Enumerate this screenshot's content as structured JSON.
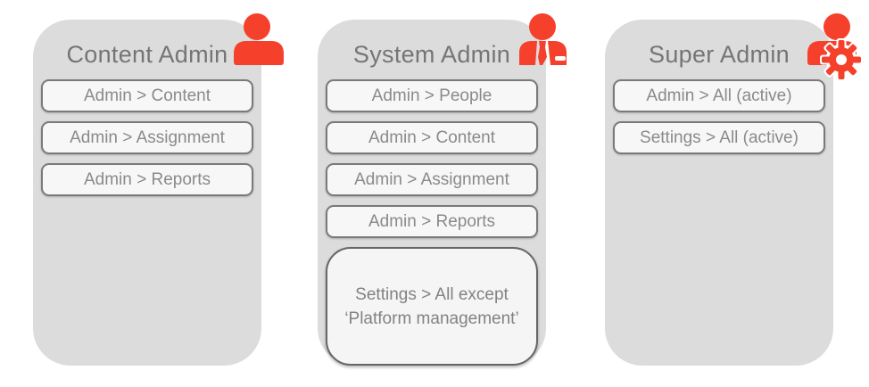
{
  "colors": {
    "accent_red": "#f5402c",
    "card_bg": "#dcdcdc",
    "chip_bg": "#f7f7f7",
    "chip_border": "#7a7a7a",
    "chip_text": "#8a8a8a",
    "title_text": "#757575"
  },
  "cards": [
    {
      "title": "Content Admin",
      "icon": "person-icon",
      "items": [
        {
          "label": "Admin > Content"
        },
        {
          "label": "Admin > Assignment"
        },
        {
          "label": "Admin > Reports"
        }
      ]
    },
    {
      "title": "System Admin",
      "icon": "business-person-icon",
      "items": [
        {
          "label": "Admin > People"
        },
        {
          "label": "Admin > Content"
        },
        {
          "label": "Admin > Assignment"
        },
        {
          "label": "Admin > Reports"
        }
      ],
      "note": "Settings > All except\n‘Platform management’"
    },
    {
      "title": "Super Admin",
      "icon": "person-gear-icon",
      "items": [
        {
          "label": "Admin > All (active)"
        },
        {
          "label": "Settings > All (active)"
        }
      ]
    }
  ]
}
